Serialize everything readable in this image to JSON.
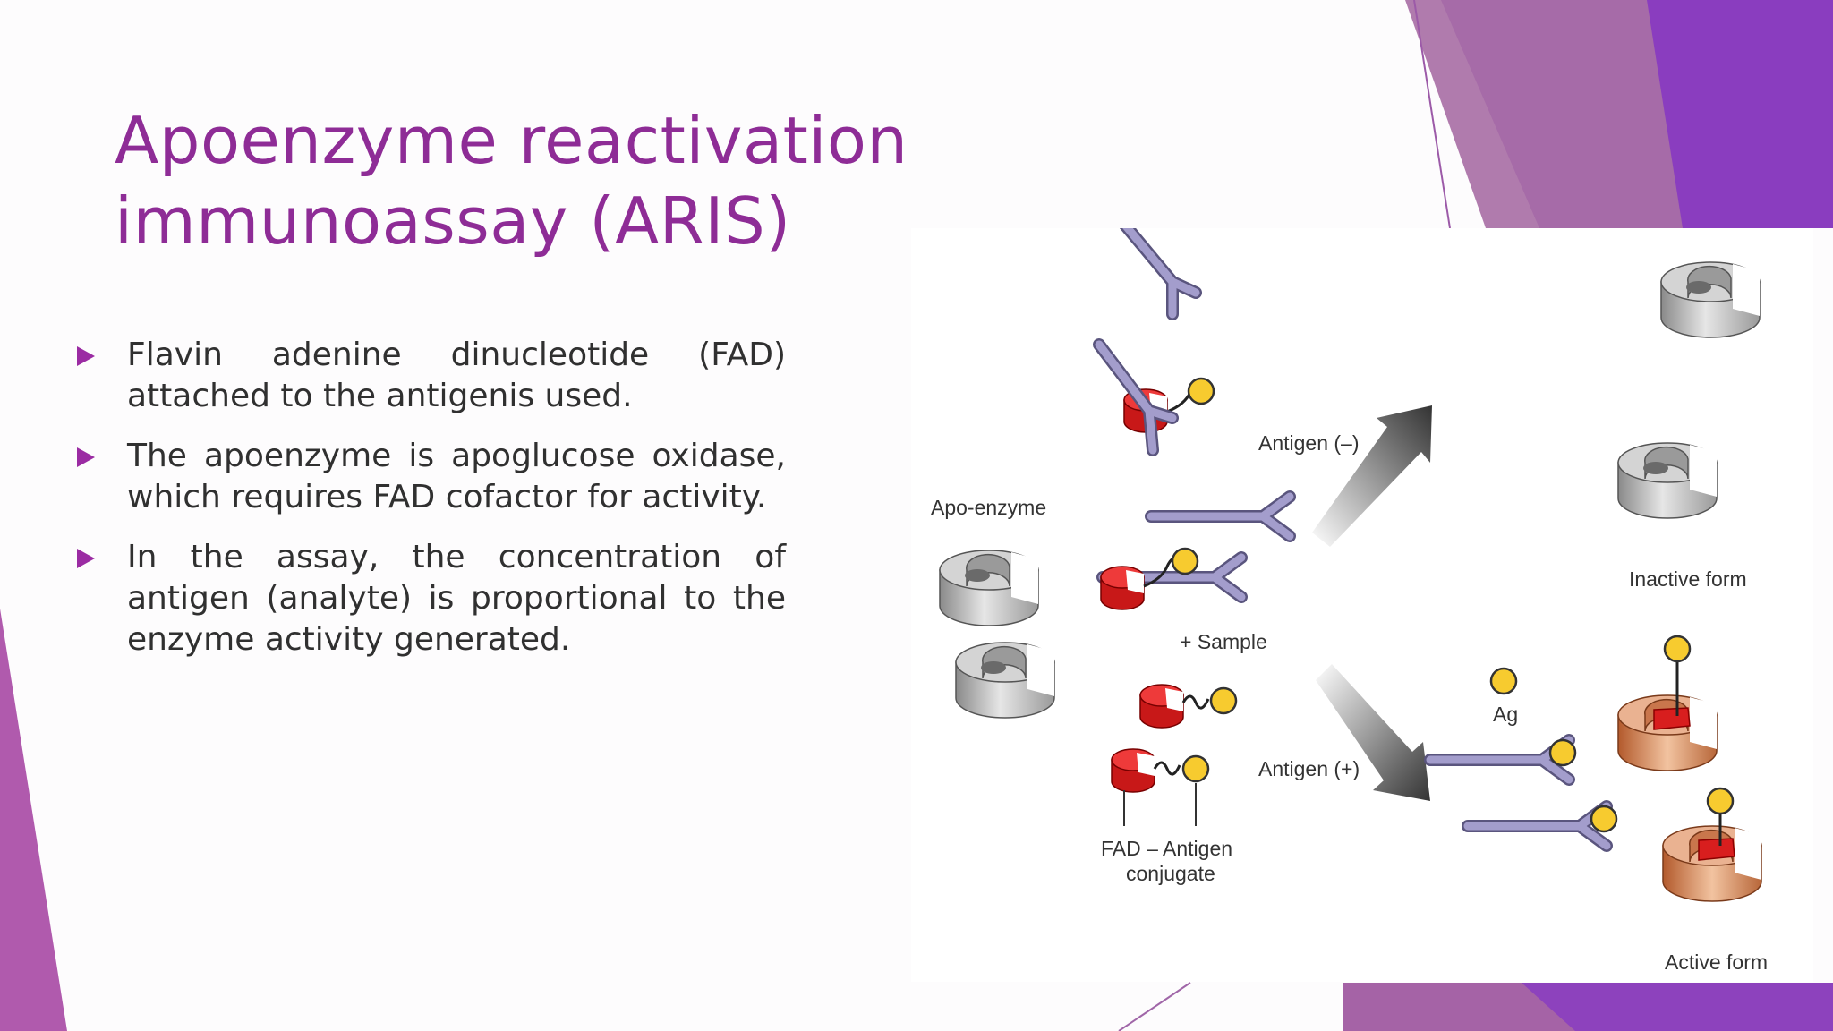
{
  "slide": {
    "title": "Apoenzyme reactivation immunoassay (ARIS)",
    "bullets": [
      "Flavin adenine dinucleotide (FAD) attached to the antigenis used.",
      "The apoenzyme is apoglucose oxidase, which requires FAD cofactor for activity.",
      "In the assay, the concentration of antigen (analyte) is proportional to the enzyme activity generated."
    ]
  },
  "figure": {
    "labels": {
      "apo_enzyme": "Apo-enzyme",
      "sample": "+ Sample",
      "antigen_negative": "Antigen (–)",
      "antigen_positive": "Antigen (+)",
      "fad_antigen_conjugate_line1": "FAD – Antigen",
      "fad_antigen_conjugate_line2": "conjugate",
      "ag": "Ag",
      "inactive_form": "Inactive form",
      "active_form": "Active form"
    }
  },
  "colors": {
    "title": "#8e2c96",
    "bullet_icon": "#9b2ba3",
    "accent_purple": "#7b33b0",
    "antibody": "#9d97c8",
    "fad": "#d81e1e",
    "antigen": "#f7cb2f",
    "apoenzyme": "#b8b8b8",
    "holoenzyme": "#cf7a4b"
  },
  "icons": {
    "bullet": "triangle-right-icon",
    "antibody": "y-shaped-antibody-icon",
    "enzyme": "c-shaped-enzyme-icon",
    "fad": "red-fad-cofactor-icon",
    "antigen": "yellow-circle-antigen-icon"
  }
}
